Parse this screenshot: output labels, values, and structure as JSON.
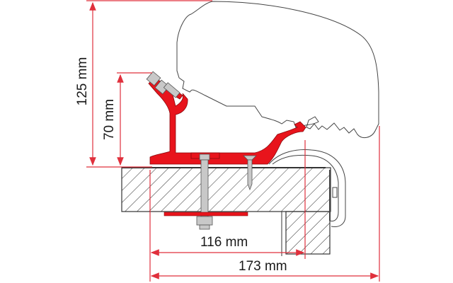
{
  "diagram": {
    "subject": "awning mounting adapter bracket cross-section",
    "colors": {
      "dimension_line": "#e0303c",
      "bracket": "#e8141c",
      "outline": "#3a3a3a",
      "hardware": "#c8c8c8",
      "hatch": "#333333"
    },
    "dimensions": {
      "total_height": {
        "label": "125 mm",
        "orientation": "vertical"
      },
      "bracket_height": {
        "label": "70 mm",
        "orientation": "vertical"
      },
      "inner_width": {
        "label": "116 mm",
        "orientation": "horizontal"
      },
      "total_width": {
        "label": "173 mm",
        "orientation": "horizontal"
      }
    },
    "components": [
      {
        "name": "awning-cassette",
        "description": "awning case profile outline"
      },
      {
        "name": "adapter-bracket",
        "description": "red mounting bracket"
      },
      {
        "name": "bolt-and-nut",
        "description": "through bolt with nut and backing plate"
      },
      {
        "name": "wood-screw",
        "description": "screw into roof"
      },
      {
        "name": "roof-panel",
        "description": "hatched roof cross-section"
      },
      {
        "name": "wall-panel",
        "description": "hatched side wall"
      },
      {
        "name": "edge-profile",
        "description": "roof edge trim profile"
      }
    ]
  }
}
